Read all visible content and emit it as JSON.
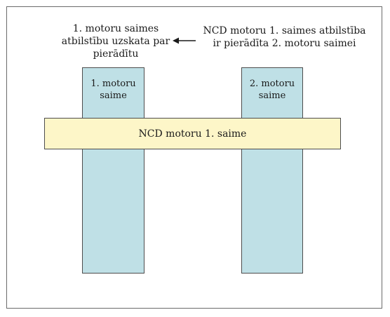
{
  "diagram": {
    "left_note": "1. motoru saimes atbilstību uzskata par pierādītu",
    "right_note": "NCD motoru 1. saimes atbilstība ir pierādīta 2. motoru saimei",
    "column_1_label": "1. motoru saime",
    "column_2_label": "2. motoru saime",
    "band_label": "NCD motoru 1. saime"
  },
  "colors": {
    "column_fill": "#bfe0e6",
    "band_fill": "#fdf6c8",
    "border": "#4d4d4d"
  }
}
